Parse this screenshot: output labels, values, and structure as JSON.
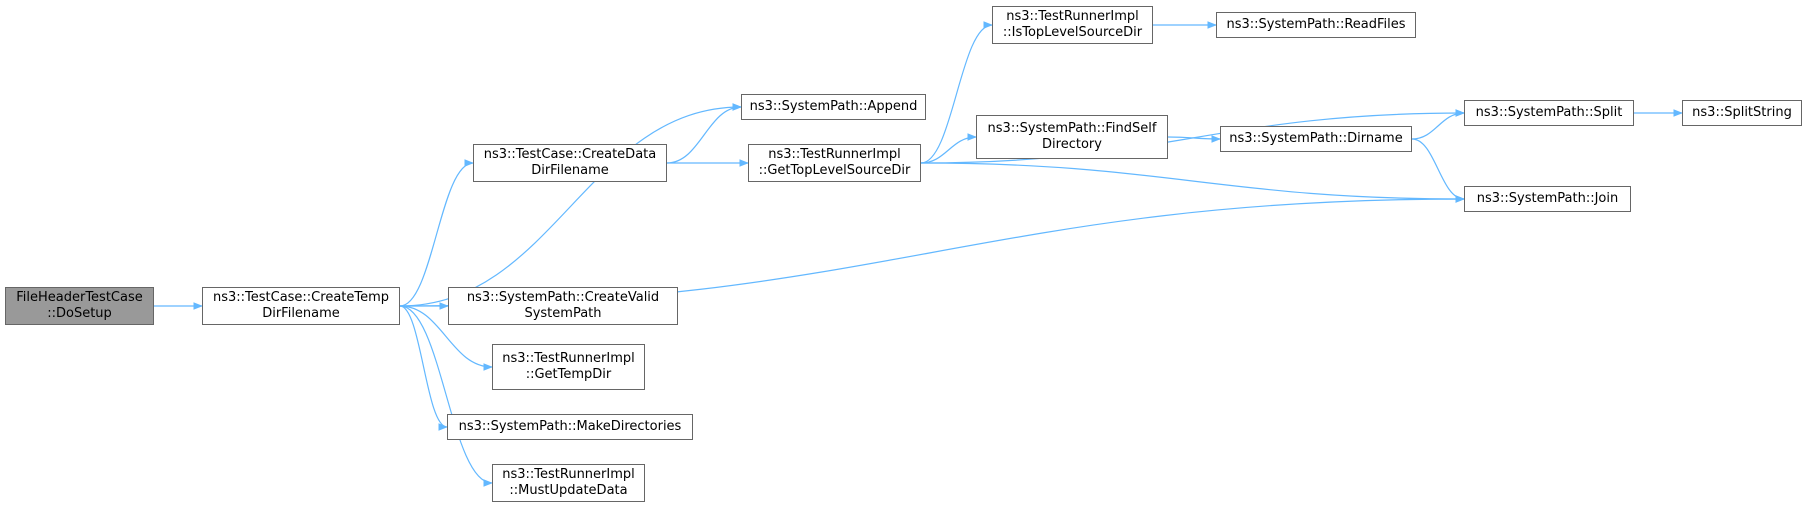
{
  "colors": {
    "edge": "#63b8ff",
    "node_border": "#666666",
    "root_fill": "#999999",
    "node_fill": "#ffffff"
  },
  "nodes": {
    "doSetup": {
      "lines": [
        "FileHeaderTestCase",
        "::DoSetup"
      ]
    },
    "createTempDir": {
      "lines": [
        "ns3::TestCase::CreateTemp",
        "DirFilename"
      ]
    },
    "createDataDir": {
      "lines": [
        "ns3::TestCase::CreateData",
        "DirFilename"
      ]
    },
    "append": {
      "lines": [
        "ns3::SystemPath::Append"
      ]
    },
    "getTopLevel": {
      "lines": [
        "ns3::TestRunnerImpl",
        "::GetTopLevelSourceDir"
      ]
    },
    "isTopLevel": {
      "lines": [
        "ns3::TestRunnerImpl",
        "::IsTopLevelSourceDir"
      ]
    },
    "readFiles": {
      "lines": [
        "ns3::SystemPath::ReadFiles"
      ]
    },
    "findSelf": {
      "lines": [
        "ns3::SystemPath::FindSelf",
        "Directory"
      ]
    },
    "dirname": {
      "lines": [
        "ns3::SystemPath::Dirname"
      ]
    },
    "split": {
      "lines": [
        "ns3::SystemPath::Split"
      ]
    },
    "splitString": {
      "lines": [
        "ns3::SplitString"
      ]
    },
    "join": {
      "lines": [
        "ns3::SystemPath::Join"
      ]
    },
    "createValid": {
      "lines": [
        "ns3::SystemPath::CreateValid",
        "SystemPath"
      ]
    },
    "getTempDir": {
      "lines": [
        "ns3::TestRunnerImpl",
        "::GetTempDir"
      ]
    },
    "makeDirs": {
      "lines": [
        "ns3::SystemPath::MakeDirectories"
      ]
    },
    "mustUpdate": {
      "lines": [
        "ns3::TestRunnerImpl",
        "::MustUpdateData"
      ]
    }
  },
  "edges": [
    [
      "doSetup",
      "createTempDir"
    ],
    [
      "createTempDir",
      "append"
    ],
    [
      "createTempDir",
      "createDataDir"
    ],
    [
      "createTempDir",
      "join"
    ],
    [
      "createTempDir",
      "createValid"
    ],
    [
      "createTempDir",
      "getTempDir"
    ],
    [
      "createTempDir",
      "makeDirs"
    ],
    [
      "createTempDir",
      "mustUpdate"
    ],
    [
      "createDataDir",
      "append"
    ],
    [
      "createDataDir",
      "getTopLevel"
    ],
    [
      "getTopLevel",
      "isTopLevel"
    ],
    [
      "getTopLevel",
      "split"
    ],
    [
      "getTopLevel",
      "findSelf"
    ],
    [
      "getTopLevel",
      "join"
    ],
    [
      "isTopLevel",
      "readFiles"
    ],
    [
      "findSelf",
      "dirname"
    ],
    [
      "dirname",
      "split"
    ],
    [
      "dirname",
      "join"
    ],
    [
      "split",
      "splitString"
    ]
  ]
}
